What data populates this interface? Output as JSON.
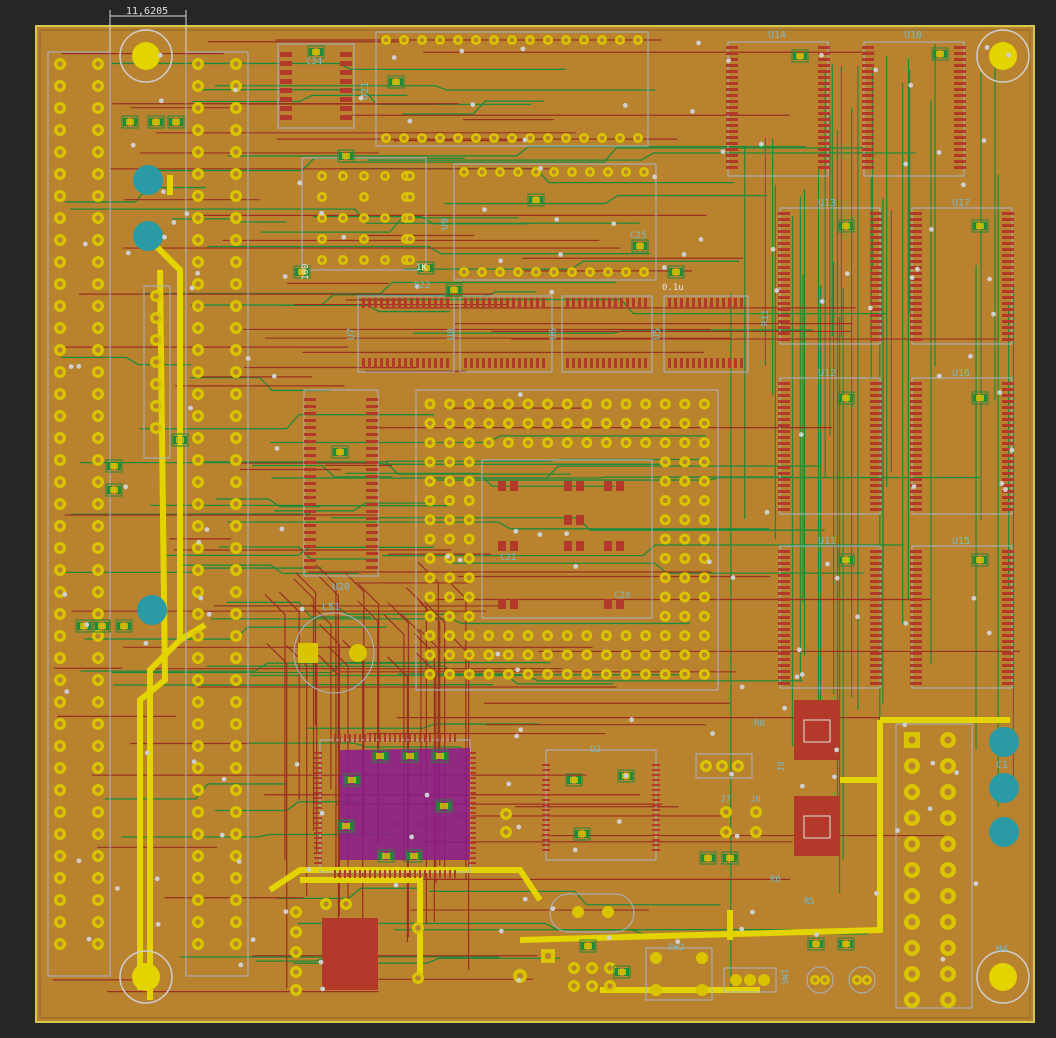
{
  "app": {
    "title": "PCB Layout View"
  },
  "colors": {
    "background": "#262626",
    "board": "#b9822f",
    "board_edge": "#d6c84a",
    "copper_front": "#9a2f22",
    "copper_back": "#1f8a3a",
    "power_trace": "#e3d400",
    "pad": "#d8c400",
    "drill": "#b9822f",
    "silk_outline": "#a8b6c8",
    "smd_pad": "#b33a2a",
    "via": "#cfcfcf",
    "highlight_purple": "#8a1a8e",
    "teal": "#2a9aa5"
  },
  "dimension": {
    "value": "11,6205"
  },
  "designators": {
    "U14": "U14",
    "U18": "U18",
    "U13": "U13",
    "U17": "U17",
    "U12": "U12",
    "U16": "U16",
    "U11": "U11",
    "U15": "U15",
    "U21": "U21",
    "U20": "U20",
    "U9": "U9",
    "U8": "U8",
    "U7": "U7",
    "U6": "U6",
    "U5": "U5",
    "U2": "U2",
    "L51": "L51",
    "H4": "H4",
    "C1": "C1",
    "C21": "C21",
    "C20": "C20",
    "C25": "C25",
    "C34": "C34",
    "R11": "R11",
    "R22": "R22",
    "R6": "R6",
    "R5": "R5",
    "R8": "R8",
    "J9": "J9",
    "J7": "J7",
    "J8": "J8",
    "SW2": "SW2",
    "SW1": "SW1",
    "U1": "U1"
  },
  "values": {
    "cap_01u": "0.1u",
    "res_1k": "1K",
    "cap_100": "100"
  }
}
